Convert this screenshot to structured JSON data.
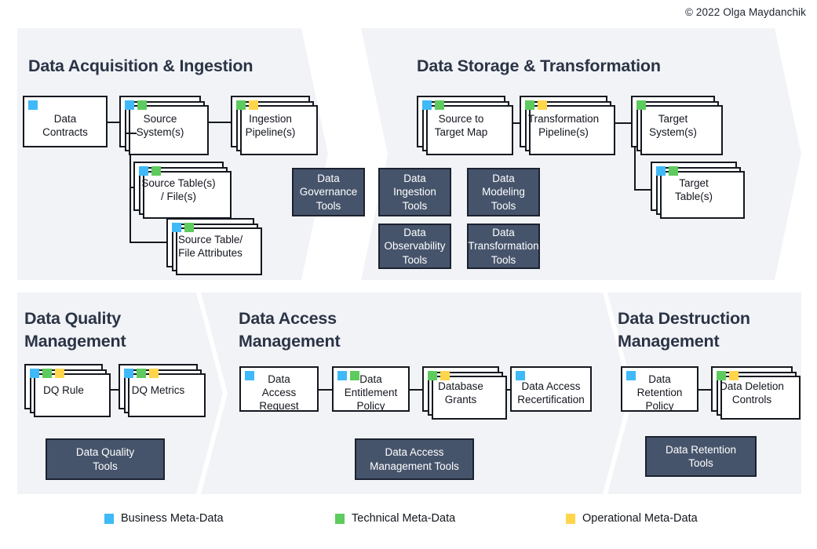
{
  "copyright": "© 2022 Olga Maydanchik",
  "colors": {
    "business": "#3fb9f7",
    "technical": "#5dcb5d",
    "operational": "#ffd54a",
    "panel_bg": "#f1f3f7",
    "tool_bg": "#46546b",
    "border": "#14181f",
    "title": "#2b3445"
  },
  "panels": [
    {
      "id": "acquisition",
      "title": "Data Acquisition & Ingestion"
    },
    {
      "id": "storage",
      "title": "Data Storage & Transformation"
    },
    {
      "id": "quality",
      "title": "Data Quality\nManagement"
    },
    {
      "id": "access",
      "title": "Data Access\nManagement"
    },
    {
      "id": "destruction",
      "title": "Data Destruction\nManagement"
    }
  ],
  "entities": {
    "data_contracts": "Data\nContracts",
    "source_systems": "Source\nSystem(s)",
    "ingestion_pipelines": "Ingestion\nPipeline(s)",
    "source_tables": "Source Table(s)\n/ File(s)",
    "source_table_attributes": "Source Table/\nFile Attributes",
    "source_to_target_map": "Source to\nTarget Map",
    "transformation_pipelines": "Transformation\nPipeline(s)",
    "target_systems": "Target\nSystem(s)",
    "target_tables": "Target\nTable(s)",
    "dq_rule": "DQ Rule",
    "dq_metrics": "DQ Metrics",
    "data_access_request": "Data\nAccess\nRequest",
    "data_entitlement_policy": "Data\nEntitlement\nPolicy",
    "database_grants": "Database\nGrants",
    "data_access_recertification": "Data Access\nRecertification",
    "data_retention_policy": "Data\nRetention\nPolicy",
    "data_deletion_controls": "Data Deletion\nControls"
  },
  "tools": {
    "data_governance": "Data\nGovernance\nTools",
    "data_ingestion": "Data\nIngestion\nTools",
    "data_modeling": "Data\nModeling\nTools",
    "data_observability": "Data\nObservability\nTools",
    "data_transformation": "Data\nTransformation\nTools",
    "data_quality": "Data Quality\nTools",
    "data_access_management": "Data Access\nManagement Tools",
    "data_retention": "Data Retention\nTools"
  },
  "legend": [
    {
      "label": "Business Meta-Data",
      "color": "#3fb9f7"
    },
    {
      "label": "Technical Meta-Data",
      "color": "#5dcb5d"
    },
    {
      "label": "Operational Meta-Data",
      "color": "#ffd54a"
    }
  ]
}
